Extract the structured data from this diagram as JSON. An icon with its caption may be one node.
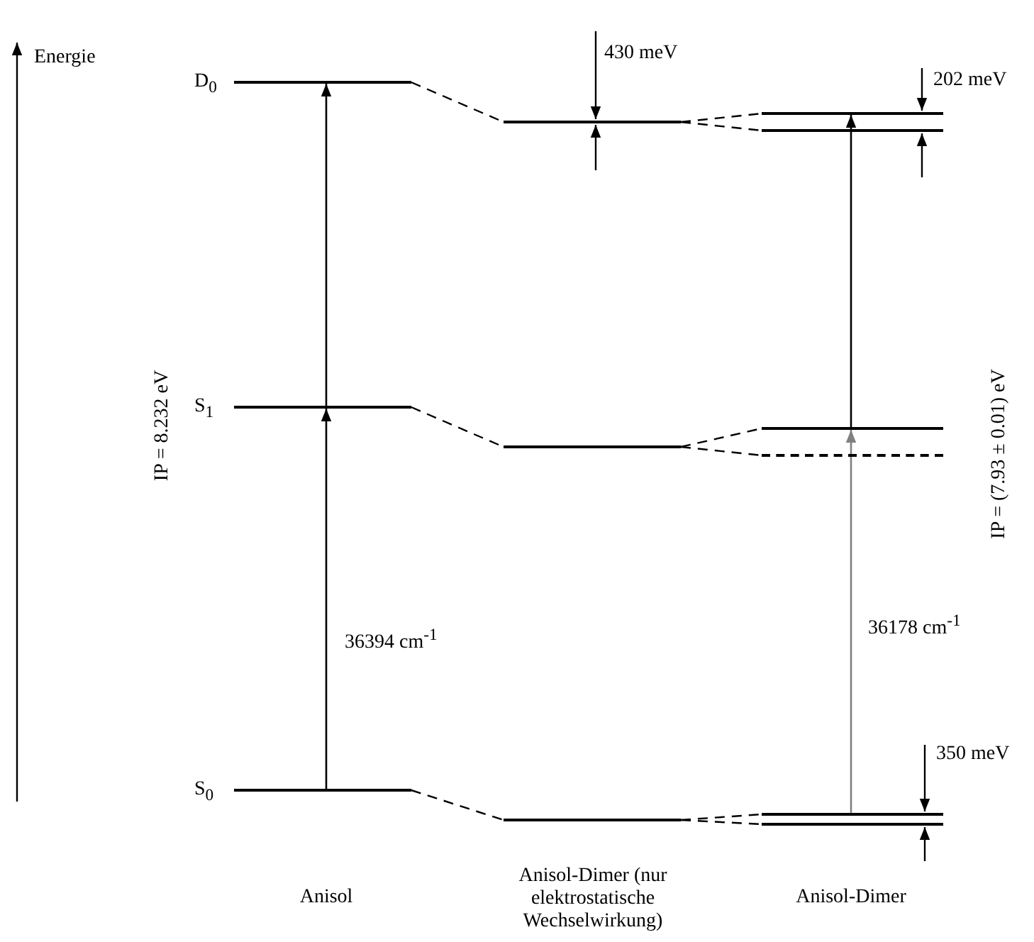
{
  "diagram": {
    "nodes": [
      {
        "text": [
          "D$_{0}$"
        ]
      },
      {
        "text": [
          "S$_{1}$"
        ]
      },
      {
        "text": [
          "S$_{0}$"
        ]
      },
      {
        "text": [],
        "shape": "bar"
      },
      {
        "text": [],
        "shape": "bar"
      },
      {
        "text": [],
        "shape": "bar"
      },
      {
        "text": [],
        "shape": "bar"
      },
      {
        "text": [],
        "shape": "bar"
      },
      {
        "text": [],
        "shape": "bar"
      },
      {
        "text": [],
        "shape": "bar"
      },
      {
        "text": [],
        "shape": "bar"
      },
      {
        "text": [],
        "shape": "bar"
      }
    ],
    "edges": [
      {
        "from": 0,
        "to": 3,
        "arrow": "none",
        "style": "dashed"
      },
      {
        "from": 1,
        "to": 4,
        "arrow": "none",
        "style": "dashed"
      },
      {
        "from": 2,
        "to": 5,
        "arrow": "none",
        "style": "dashed"
      },
      {
        "from": 3,
        "to": 6,
        "arrow": "none",
        "style": "dashed"
      },
      {
        "from": 3,
        "to": 7,
        "arrow": "none",
        "style": "dashed"
      },
      {
        "from": 4,
        "to": 8,
        "arrow": "none",
        "style": "dashed"
      },
      {
        "from": 4,
        "to": 9,
        "arrow": "none",
        "style": "dashed"
      },
      {
        "from": 5,
        "to": 10,
        "arrow": "none",
        "style": "dashed"
      },
      {
        "from": 5,
        "to": 11,
        "arrow": "none",
        "style": "dashed"
      },
      {
        "from": 2,
        "to": 1,
        "arrow": "to",
        "label": "36394 cm$^{-1}$"
      },
      {
        "from": 1,
        "to": 0,
        "arrow": "to"
      },
      {
        "from": 10,
        "to": 8,
        "arrow": "to",
        "label": "36178 cm$^{-1}$",
        "color": "#808080"
      },
      {
        "from": 8,
        "to": 6,
        "arrow": "to"
      }
    ],
    "labels": [
      "Energie",
      "IP = 8.232 eV",
      "430 meV",
      "202 meV",
      "IP = (7.93 ± 0.01) eV",
      "350 meV",
      "Anisol",
      "Anisol-Dimer (nur elektrostatische Wechselwirkung)",
      "Anisol-Dimer"
    ]
  }
}
